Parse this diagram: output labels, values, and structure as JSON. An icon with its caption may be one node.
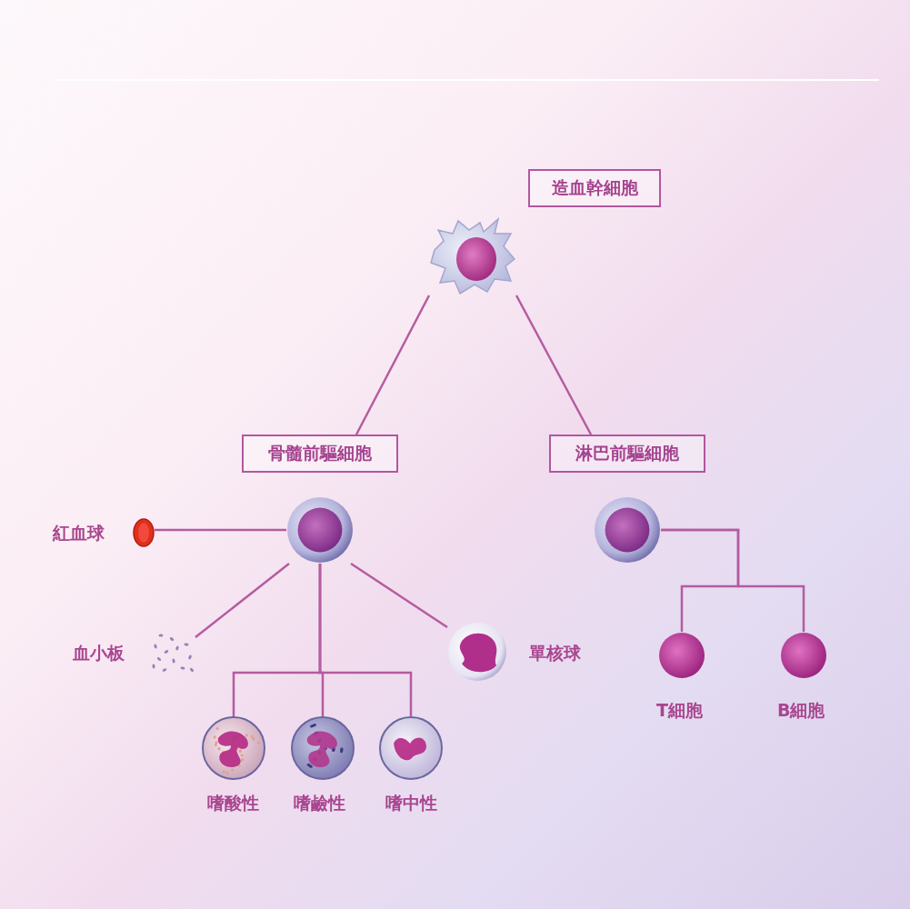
{
  "diagram": {
    "nodes": [
      {
        "text": [
          "造血幹細胞"
        ]
      },
      {
        "text": [],
        "shape": "picture"
      },
      {
        "text": [
          "骨髓前驅細胞"
        ]
      },
      {
        "text": [
          "淋巴前驅細胞"
        ]
      },
      {
        "text": [],
        "shape": "picture"
      },
      {
        "text": [],
        "shape": "picture"
      },
      {
        "text": [],
        "shape": "picture",
        "beside": [
          "紅血球"
        ]
      },
      {
        "text": [],
        "shape": "picture",
        "beside": [
          "血小板"
        ]
      },
      {
        "text": [],
        "shape": "picture",
        "beside": [
          "單核球"
        ]
      },
      {
        "text": [],
        "shape": "picture",
        "beside": [
          "嗜酸性"
        ]
      },
      {
        "text": [],
        "shape": "picture",
        "beside": [
          "嗜鹼性"
        ]
      },
      {
        "text": [],
        "shape": "picture",
        "beside": [
          "嗜中性"
        ]
      },
      {
        "text": [],
        "shape": "picture",
        "beside": [
          "T細胞"
        ]
      },
      {
        "text": [],
        "shape": "picture",
        "beside": [
          "B細胞"
        ]
      }
    ],
    "edges": [
      {
        "from": 1,
        "to": 2,
        "arrow": "none"
      },
      {
        "from": 1,
        "to": 3,
        "arrow": "none"
      },
      {
        "from": 4,
        "to": 6,
        "arrow": "none"
      },
      {
        "from": 4,
        "to": 7,
        "arrow": "none"
      },
      {
        "from": 4,
        "to": 8,
        "arrow": "none"
      },
      {
        "from": 4,
        "to": 9,
        "arrow": "none"
      },
      {
        "from": 4,
        "to": 10,
        "arrow": "none"
      },
      {
        "from": 4,
        "to": 11,
        "arrow": "none"
      },
      {
        "from": 5,
        "to": 12,
        "arrow": "none"
      },
      {
        "from": 5,
        "to": 13,
        "arrow": "none"
      }
    ]
  }
}
